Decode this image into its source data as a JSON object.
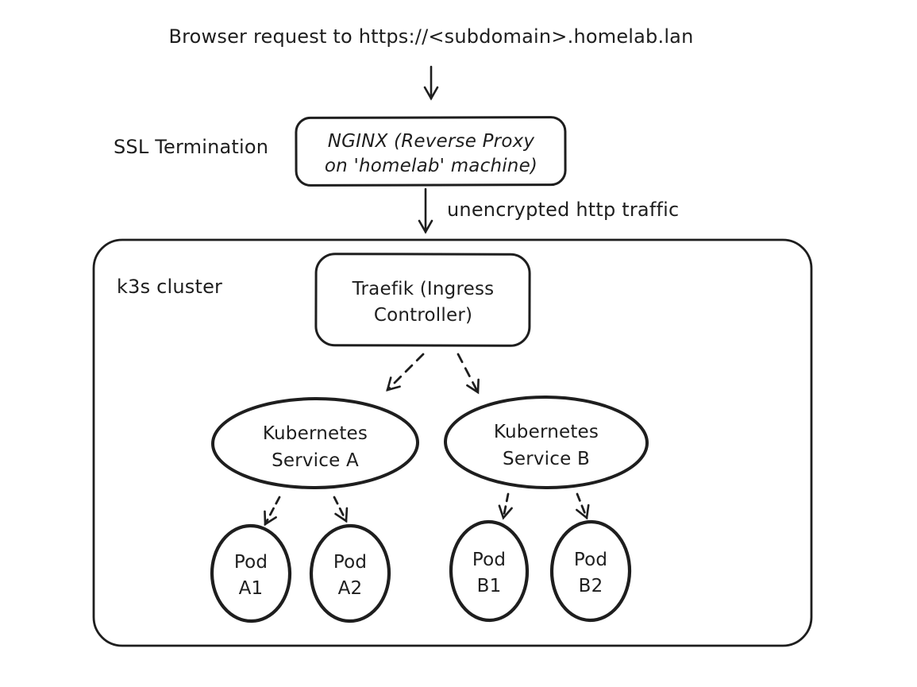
{
  "diagram": {
    "title": "Browser request to https://<subdomain>.homelab.lan",
    "ssl_label": "SSL Termination",
    "nginx": {
      "line1": "NGINX (Reverse Proxy",
      "line2": "on 'homelab' machine)"
    },
    "http_arrow_label": "unencrypted http traffic",
    "cluster": {
      "label": "k3s cluster"
    },
    "traefik": {
      "line1": "Traefik (Ingress",
      "line2": "Controller)"
    },
    "services": [
      {
        "line1": "Kubernetes",
        "line2": "Service A"
      },
      {
        "line1": "Kubernetes",
        "line2": "Service B"
      }
    ],
    "pods": [
      {
        "line1": "Pod",
        "line2": "A1"
      },
      {
        "line1": "Pod",
        "line2": "A2"
      },
      {
        "line1": "Pod",
        "line2": "B1"
      },
      {
        "line1": "Pod",
        "line2": "B2"
      }
    ],
    "colors": {
      "stroke": "#1e1e1e",
      "background": "#ffffff"
    }
  }
}
